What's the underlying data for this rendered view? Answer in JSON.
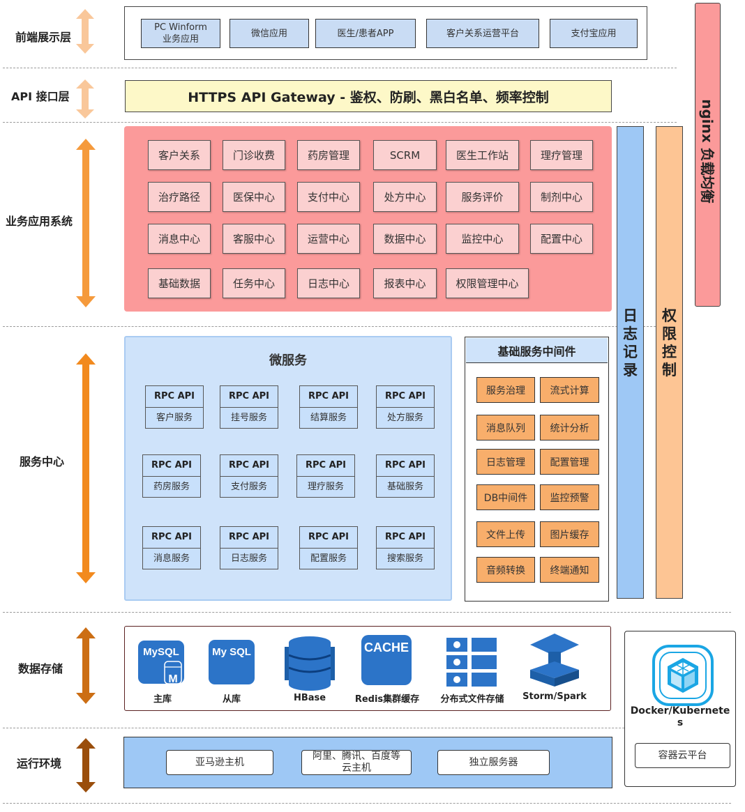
{
  "layers": {
    "frontend": "前端展示层",
    "api": "API 接口层",
    "business": "业务应用系统",
    "service": "服务中心",
    "storage": "数据存储",
    "runtime": "运行环境"
  },
  "frontend_apps": [
    [
      "PC Winform",
      "业务应用"
    ],
    [
      "微信应用"
    ],
    [
      "医生/患者APP"
    ],
    [
      "客户关系运营平台"
    ],
    [
      "支付宝应用"
    ]
  ],
  "gateway": "HTTPS API Gateway - 鉴权、防刷、黑白名单、频率控制",
  "business_rows": [
    [
      "客户关系",
      "门诊收费",
      "药房管理",
      "SCRM",
      "医生工作站",
      "理疗管理"
    ],
    [
      "治疗路径",
      "医保中心",
      "支付中心",
      "处方中心",
      "服务评价",
      "制剂中心"
    ],
    [
      "消息中心",
      "客服中心",
      "运营中心",
      "数据中心",
      "监控中心",
      "配置中心"
    ],
    [
      "基础数据",
      "任务中心",
      "日志中心",
      "报表中心",
      "权限管理中心"
    ]
  ],
  "microservice": {
    "title": "微服务",
    "api_label": "RPC API",
    "services": [
      [
        "客户服务",
        "挂号服务",
        "结算服务",
        "处方服务"
      ],
      [
        "药房服务",
        "支付服务",
        "理疗服务",
        "基础服务"
      ],
      [
        "消息服务",
        "日志服务",
        "配置服务",
        "搜索服务"
      ]
    ]
  },
  "middleware": {
    "title": "基础服务中间件",
    "items": [
      [
        "服务治理",
        "流式计算"
      ],
      [
        "消息队列",
        "统计分析"
      ],
      [
        "日志管理",
        "配置管理"
      ],
      [
        "DB中间件",
        "监控预警"
      ],
      [
        "文件上传",
        "图片缓存"
      ],
      [
        "音频转换",
        "终端通知"
      ]
    ]
  },
  "side_bars": {
    "log": "日志记录",
    "permission": "权限控制",
    "nginx": "nginx 负载均衡"
  },
  "storage": {
    "items": [
      {
        "icon": "mysql-master-icon",
        "logo": "MySQL",
        "badge": "M",
        "label": "主库"
      },
      {
        "icon": "mysql-slave-icon",
        "logo": "My SQL",
        "label": "从库"
      },
      {
        "icon": "hbase-icon",
        "label": "HBase"
      },
      {
        "icon": "redis-cache-icon",
        "logo": "CACHE",
        "label": "Redis集群缓存"
      },
      {
        "icon": "distributed-file-icon",
        "label": "分布式文件存储"
      },
      {
        "icon": "storm-spark-icon",
        "label": "Storm/Spark"
      }
    ]
  },
  "runtime": {
    "hosts": [
      [
        "亚马逊主机"
      ],
      [
        "阿里、腾讯、百度等",
        "云主机"
      ],
      [
        "独立服务器"
      ]
    ]
  },
  "container": {
    "name_line1": "Docker/Kubernete",
    "name_line2": "s",
    "platform": "容器云平台"
  },
  "colors": {
    "frontend_box": "#c9dcf4",
    "gateway": "#fdf8c8",
    "business_panel": "#fb9a9a",
    "business_item": "#fbd0d0",
    "micro_panel": "#cfe3fa",
    "middleware_item": "#f8ae6b",
    "log_bar": "#9ec8f5",
    "permission_bar": "#fdc594",
    "nginx_bar": "#fb9a9a",
    "runtime_panel": "#9ec8f5"
  }
}
